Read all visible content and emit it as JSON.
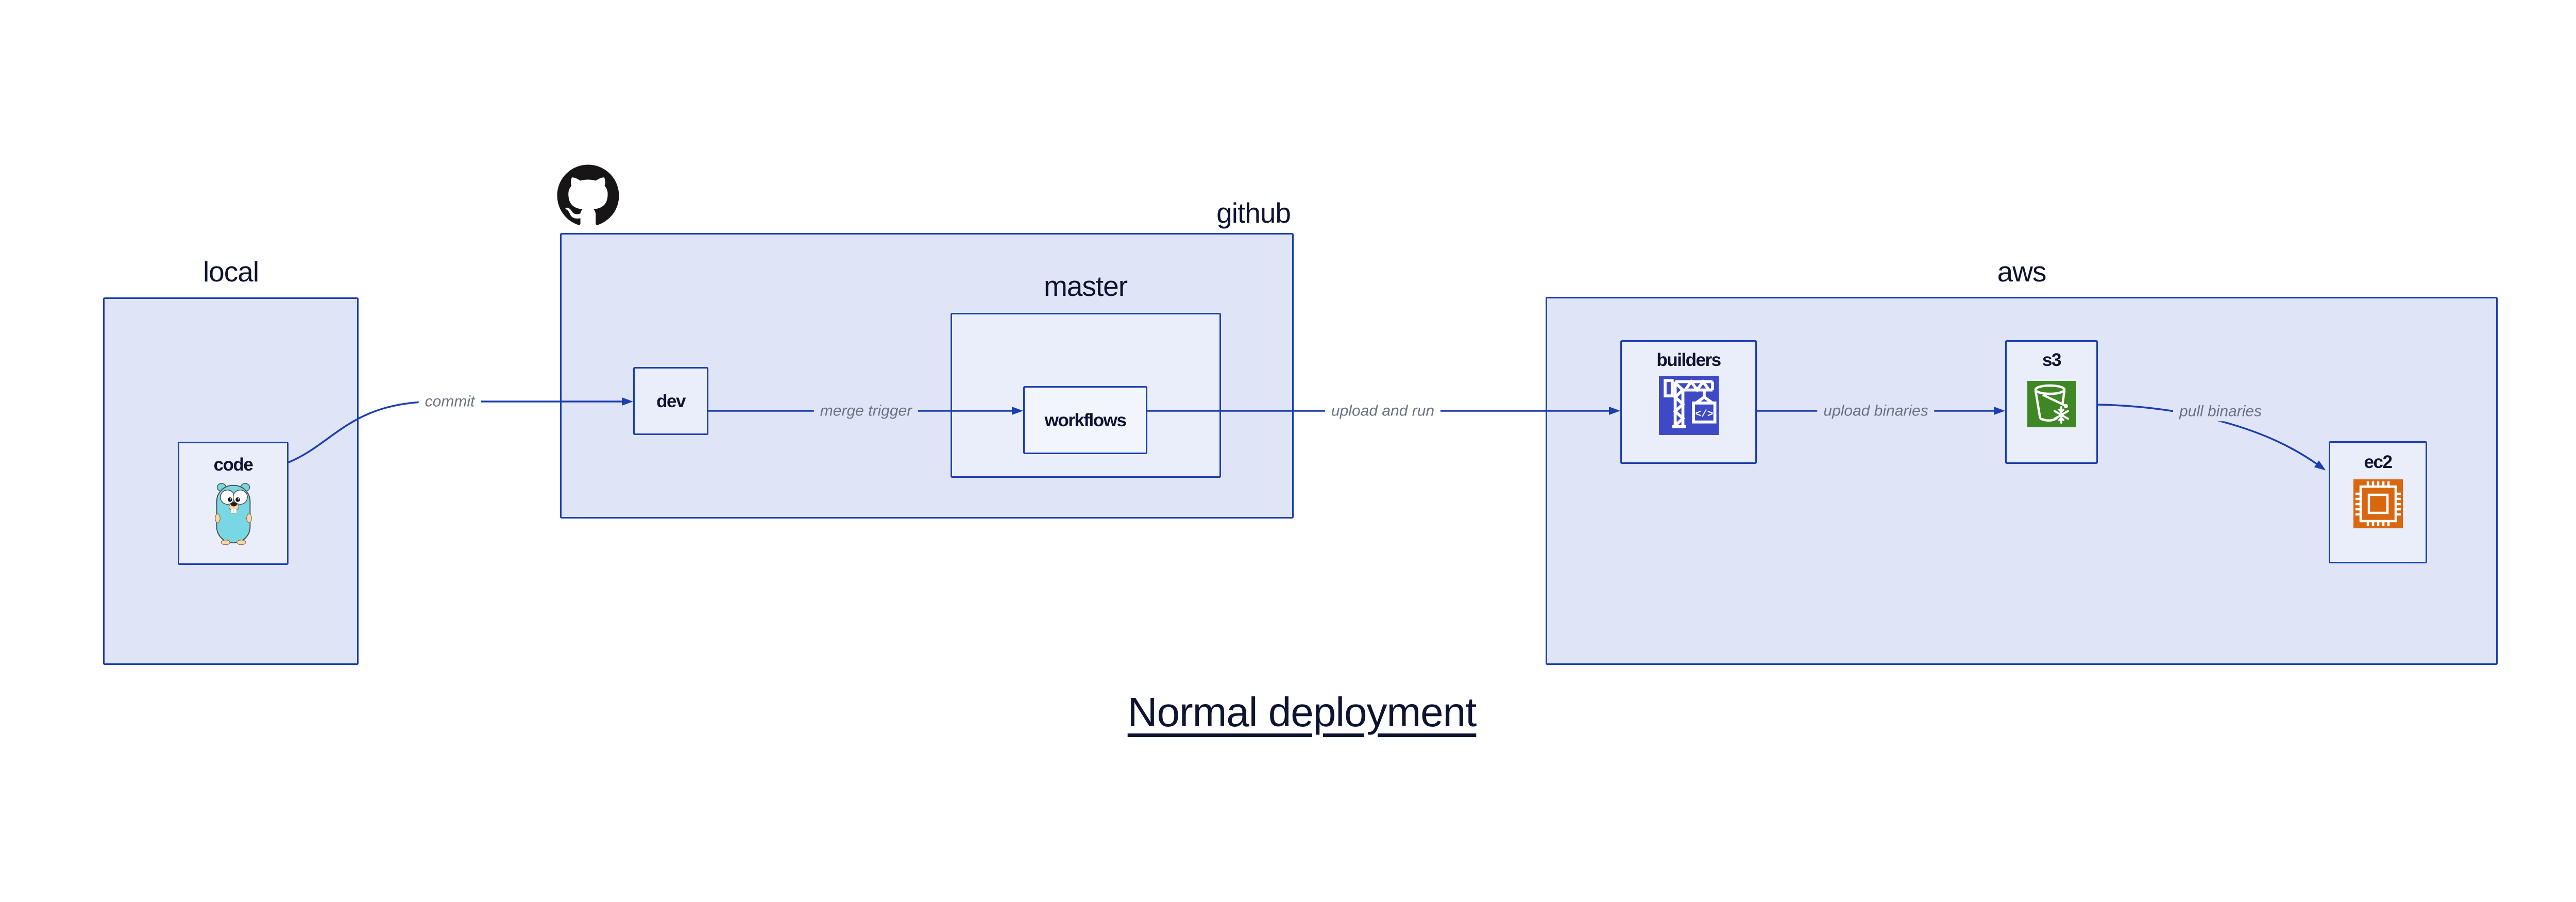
{
  "title": {
    "text": "Normal deployment"
  },
  "groups": {
    "local": {
      "label": "local"
    },
    "github": {
      "label": "github"
    },
    "master": {
      "label": "master"
    },
    "aws": {
      "label": "aws"
    }
  },
  "nodes": {
    "code": {
      "label": "code",
      "icon": "go-gopher-icon"
    },
    "dev": {
      "label": "dev"
    },
    "workflows": {
      "label": "workflows"
    },
    "builders": {
      "label": "builders",
      "icon": "codebuild-crane-icon",
      "icon_glyph": "</>"
    },
    "s3": {
      "label": "s3",
      "icon": "s3-glacier-bucket-icon"
    },
    "ec2": {
      "label": "ec2",
      "icon": "ec2-chip-icon"
    }
  },
  "edges": {
    "commit": {
      "label": "commit"
    },
    "merge_trigger": {
      "label": "merge trigger"
    },
    "upload_and_run": {
      "label": "upload and run"
    },
    "upload_binaries": {
      "label": "upload binaries"
    },
    "pull_binaries": {
      "label": "pull binaries"
    }
  },
  "logo": {
    "name": "github-octocat-logo"
  },
  "colors": {
    "accent": "#1c3fae",
    "fill1": "#dfe5f7",
    "fill2": "#eaeefb",
    "fill3": "#f3f5fd",
    "ink": "#0d1330",
    "muted": "#6b7382",
    "github_black": "#171515",
    "builders_icon": "#3e49c5",
    "s3_icon": "#3f8624",
    "ec2_icon": "#d9670f",
    "gopher_body": "#79d6e3",
    "gopher_skin": "#f5d7ae",
    "canvas_bg": "#ffffff"
  }
}
